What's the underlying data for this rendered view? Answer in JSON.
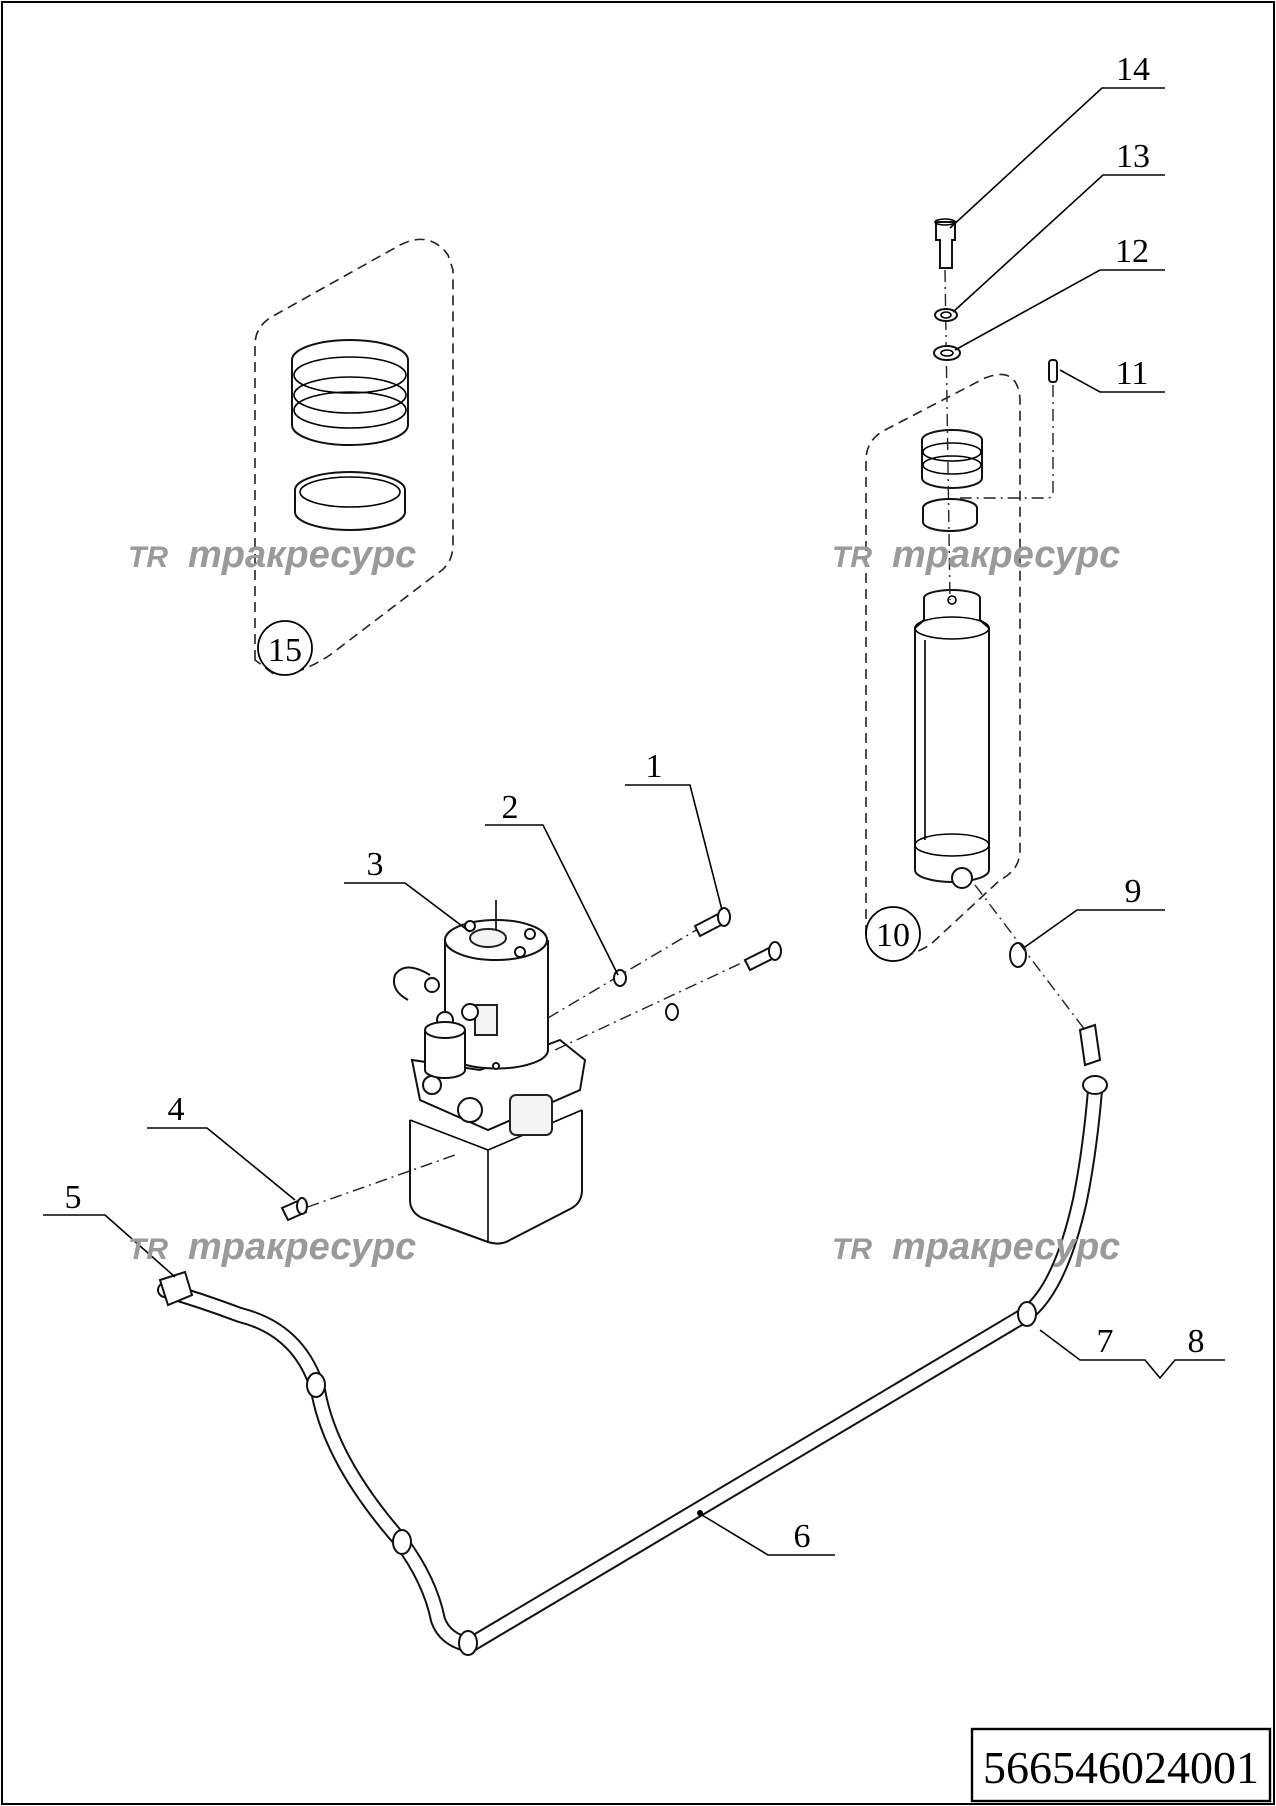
{
  "diagram": {
    "callouts": [
      {
        "id": "c1",
        "text": "1"
      },
      {
        "id": "c2",
        "text": "2"
      },
      {
        "id": "c3",
        "text": "3"
      },
      {
        "id": "c4",
        "text": "4"
      },
      {
        "id": "c5",
        "text": "5"
      },
      {
        "id": "c6",
        "text": "6"
      },
      {
        "id": "c7",
        "text": "7"
      },
      {
        "id": "c8",
        "text": "8"
      },
      {
        "id": "c9",
        "text": "9"
      },
      {
        "id": "c10",
        "text": "10"
      },
      {
        "id": "c11",
        "text": "11"
      },
      {
        "id": "c12",
        "text": "12"
      },
      {
        "id": "c13",
        "text": "13"
      },
      {
        "id": "c14",
        "text": "14"
      },
      {
        "id": "c15",
        "text": "15"
      }
    ],
    "watermark": {
      "logo": "TR",
      "text": "тракресурс"
    },
    "part_number": "566546024001"
  }
}
